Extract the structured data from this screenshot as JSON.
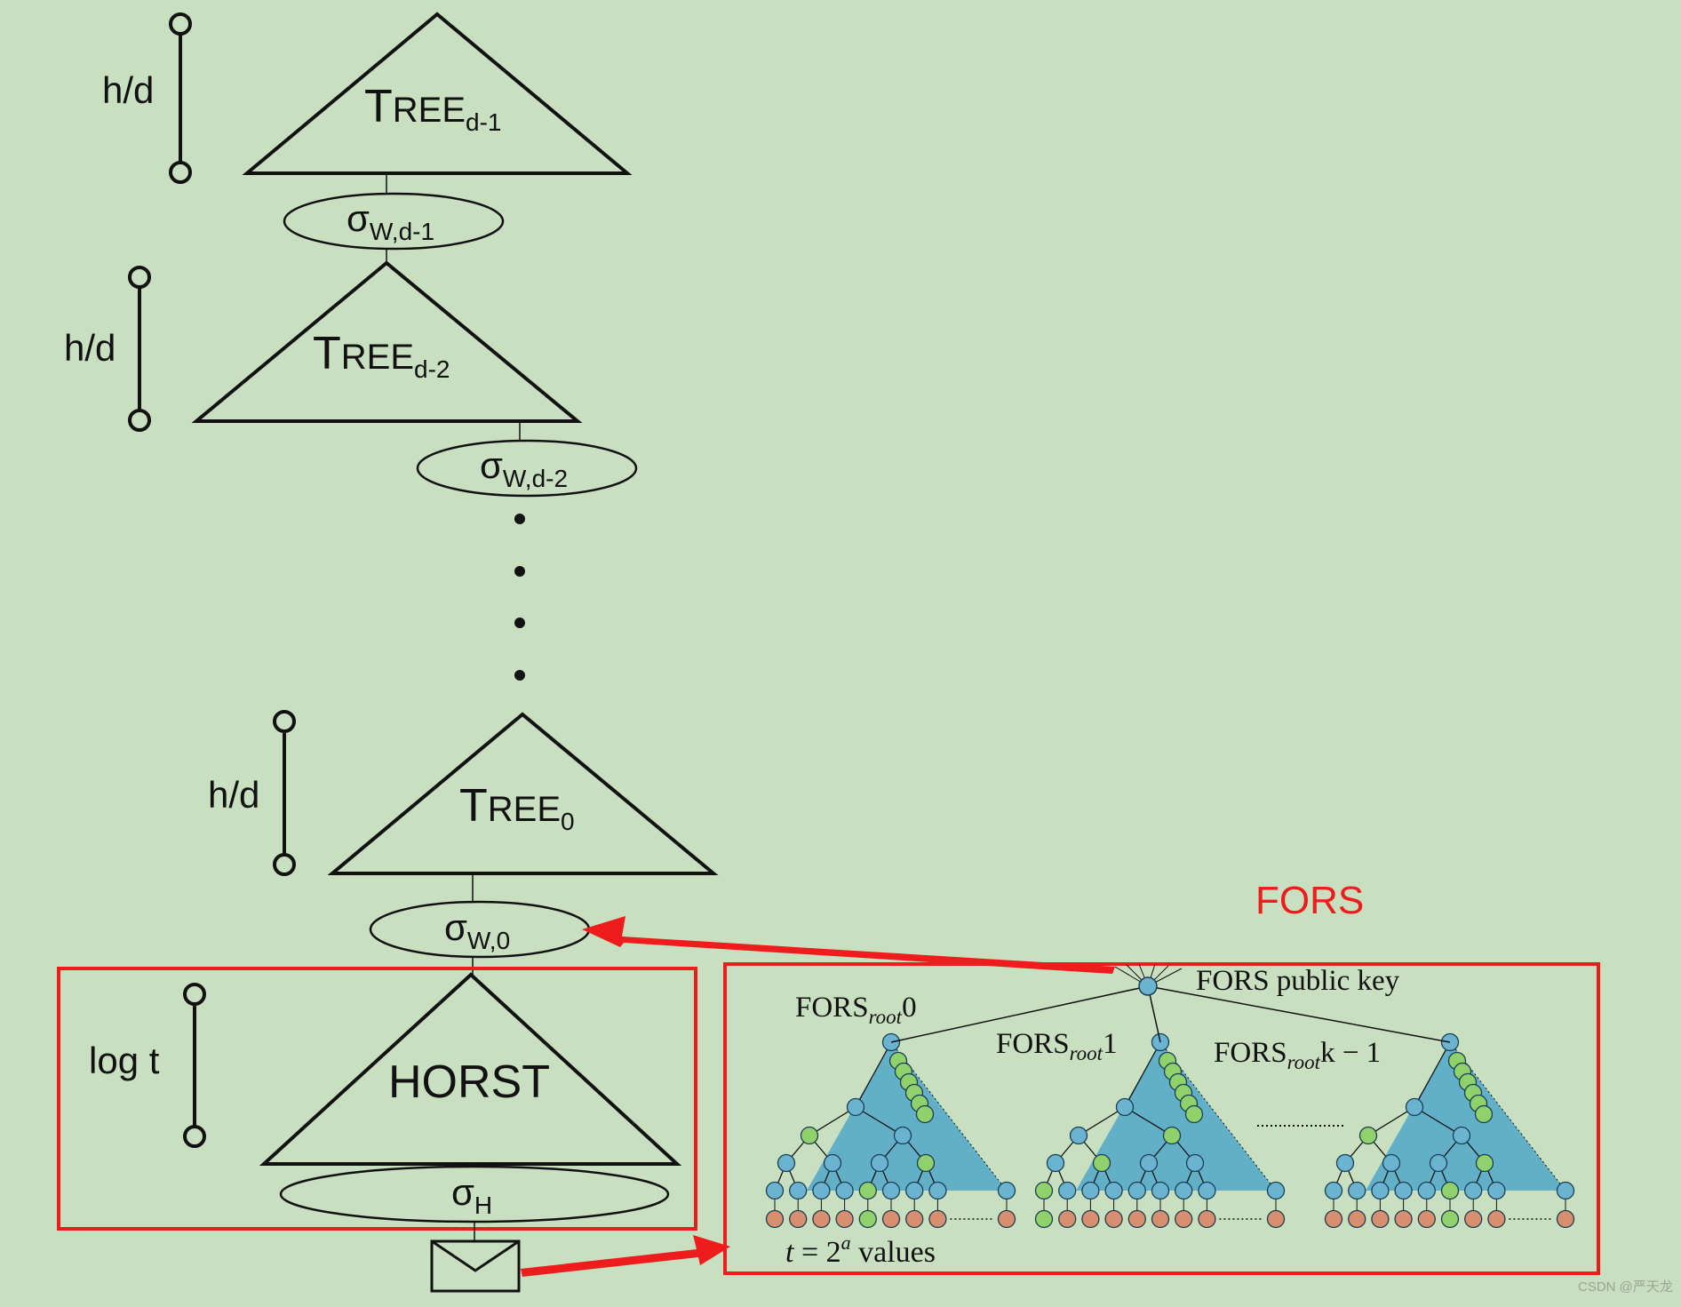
{
  "colors": {
    "background": "#c8dfc0",
    "ink": "#111111",
    "highlight_red": "#ee1c1c",
    "fors_tree_fill": "#62b0c8",
    "node_blue": "#6ab4d2",
    "node_green": "#8fd16a",
    "node_orange": "#d88f70"
  },
  "hypertree": {
    "layers": [
      {
        "tree_label": "T",
        "tree_label_rest": "REE",
        "tree_sub": "d-1",
        "height_label": "h/d",
        "sig_label": "σ",
        "sig_sub": "W,d-1"
      },
      {
        "tree_label": "T",
        "tree_label_rest": "REE",
        "tree_sub": "d-2",
        "height_label": "h/d",
        "sig_label": "σ",
        "sig_sub": "W,d-2"
      },
      {
        "tree_label": "T",
        "tree_label_rest": "REE",
        "tree_sub": "0",
        "height_label": "h/d",
        "sig_label": "σ",
        "sig_sub": "W,0"
      }
    ]
  },
  "horst": {
    "label": "HORST",
    "height_label": "log t",
    "sig_label": "σ",
    "sig_sub": "H"
  },
  "message_icon": "envelope-icon",
  "fors": {
    "title": "FORS",
    "public_key_label": "FORS public key",
    "roots": [
      {
        "prefix": "FORS",
        "sub": "root",
        "suffix": "0"
      },
      {
        "prefix": "FORS",
        "sub": "root",
        "suffix": "1"
      },
      {
        "prefix": "FORS",
        "sub": "root",
        "suffix": "k − 1"
      }
    ],
    "values_label": {
      "lhs": "t",
      "eq": " = 2",
      "exp": "a",
      "rhs": " values"
    }
  },
  "watermark": "CSDN @严天龙"
}
